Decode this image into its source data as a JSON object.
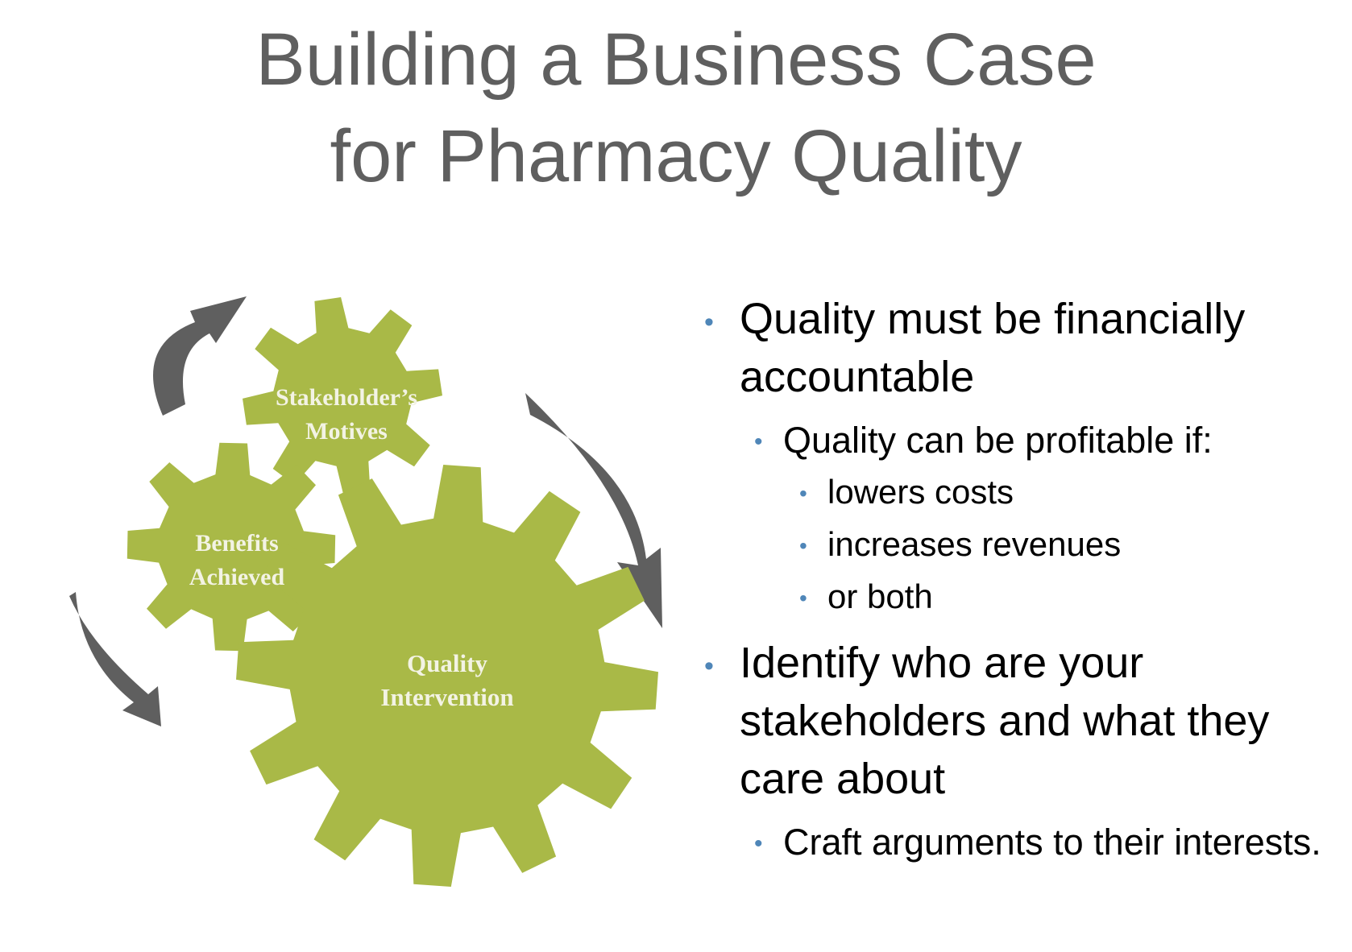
{
  "title": {
    "line1": "Building a Business Case",
    "line2": "for Pharmacy Quality"
  },
  "diagram": {
    "gears": {
      "top": {
        "line1": "Stakeholder’s",
        "line2": "Motives"
      },
      "left": {
        "line1": "Benefits",
        "line2": "Achieved"
      },
      "big": {
        "line1": "Quality",
        "line2": "Intervention"
      }
    },
    "colors": {
      "gear": "#a9b947",
      "arrow": "#5f5f5f",
      "label": "#f3f3e4"
    },
    "icons": [
      "gear-icon",
      "cycle-arrow-icon"
    ]
  },
  "bullets": [
    {
      "level": 1,
      "text": "Quality must be financially accountable"
    },
    {
      "level": 2,
      "text": "Quality can be profitable if:"
    },
    {
      "level": 3,
      "text": "lowers costs"
    },
    {
      "level": 3,
      "text": "increases revenues"
    },
    {
      "level": 3,
      "text": "or both"
    },
    {
      "level": 1,
      "text": "Identify who are your stakeholders and what they care about"
    },
    {
      "level": 2,
      "text": "Craft arguments to their interests."
    }
  ],
  "colors": {
    "title": "#5f5f5f",
    "bullet_marker": "#4f86b8",
    "body_text": "#000000"
  }
}
